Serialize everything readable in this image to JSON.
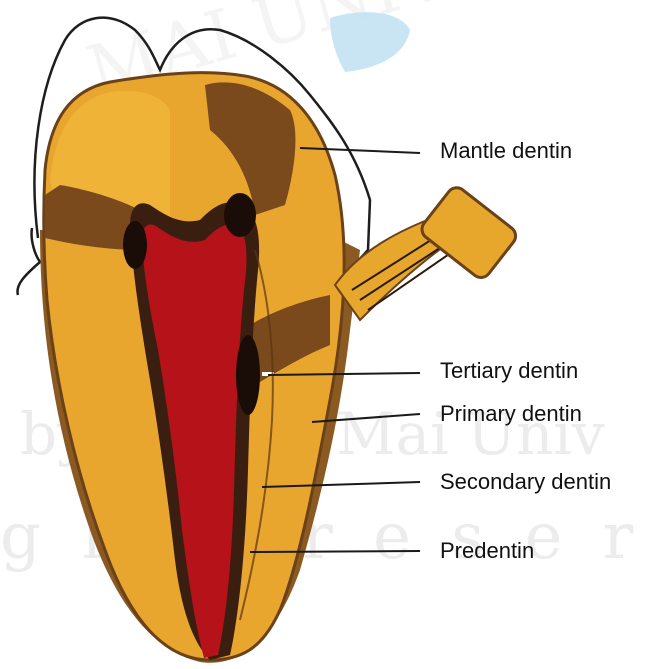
{
  "watermark": {
    "line1": "by Chiang Mai Univ",
    "line2": "g h t s r e s e r",
    "arc": "MAI UNIVERSITY"
  },
  "labels": {
    "mantle": "Mantle dentin",
    "tertiary": "Tertiary dentin",
    "primary": "Primary dentin",
    "secondary": "Secondary dentin",
    "predentin": "Predentin"
  },
  "colors": {
    "primary_dentin": "#e9a62f",
    "pulp": "#b5121a",
    "brown": "#7a4a1c",
    "dark": "#2b1a10",
    "leader": "#1a1a1a"
  }
}
